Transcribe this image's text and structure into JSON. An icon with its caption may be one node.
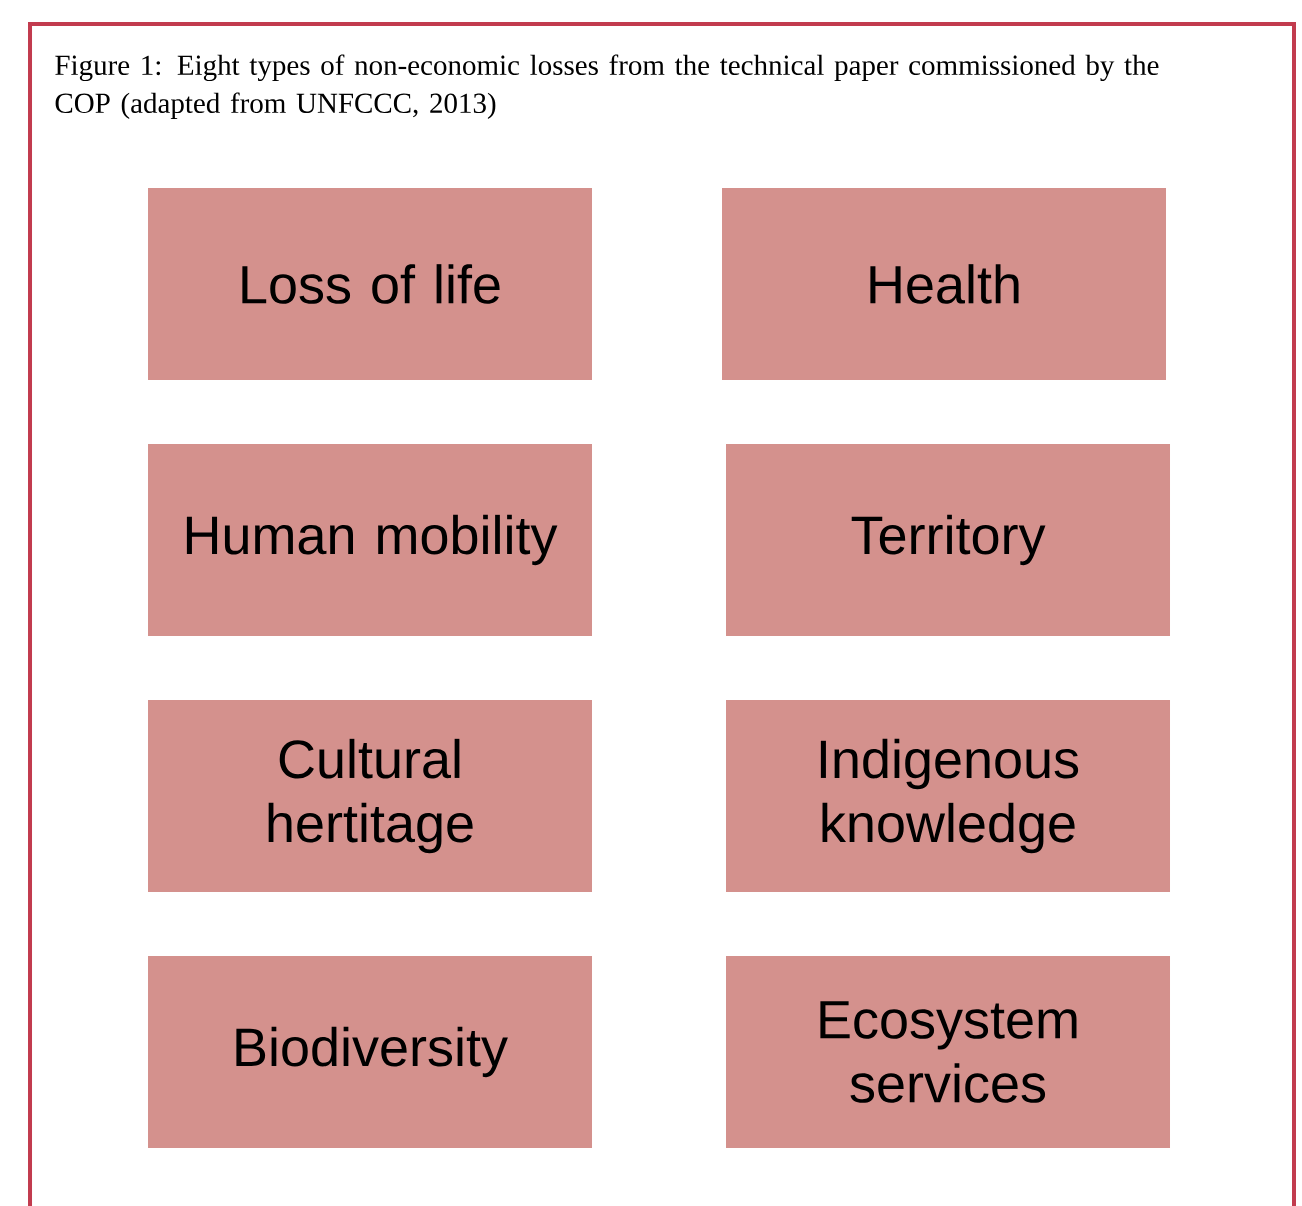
{
  "diagram": {
    "title": "Figure 1: Eight types of non-economic losses from the technical paper commissioned by the COP (adapted from UNFCCC, 2013)",
    "nodes": [
      {
        "text": [
          "Loss of life"
        ]
      },
      {
        "text": [
          "Health"
        ]
      },
      {
        "text": [
          "Human mobility"
        ]
      },
      {
        "text": [
          "Territory"
        ]
      },
      {
        "text": [
          "Cultural hertitage"
        ]
      },
      {
        "text": [
          "Indigenous knowledge"
        ]
      },
      {
        "text": [
          "Biodiversity"
        ]
      },
      {
        "text": [
          "Ecosystem services"
        ]
      }
    ]
  }
}
